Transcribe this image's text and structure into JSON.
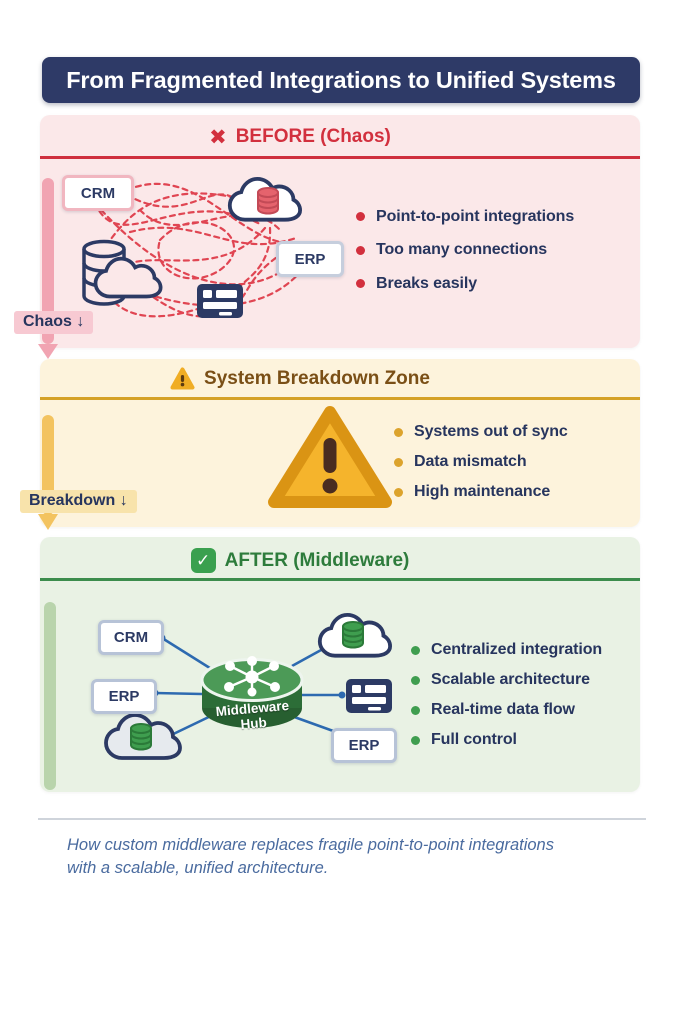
{
  "title": "From Fragmented Integrations to Unified Systems",
  "before": {
    "header": "BEFORE (Chaos)",
    "nodes": {
      "crm": "CRM",
      "erp": "ERP"
    },
    "bullets": [
      "Point-to-point integrations",
      "Too many connections",
      "Breaks easily"
    ],
    "side_label": "Chaos ↓"
  },
  "breakdown": {
    "header": "System Breakdown Zone",
    "bullets": [
      "Systems out of sync",
      "Data mismatch",
      "High maintenance"
    ],
    "side_label": "Breakdown ↓"
  },
  "after": {
    "header": "AFTER (Middleware)",
    "hub_label": "Middleware Hub",
    "nodes": {
      "crm": "CRM",
      "erp_left": "ERP",
      "erp_right": "ERP"
    },
    "bullets": [
      "Centralized integration",
      "Scalable architecture",
      "Real-time data flow",
      "Full control"
    ]
  },
  "icons": {
    "cross": "✖",
    "check": "✓"
  },
  "caption": {
    "line1": "How custom middleware replaces fragile point-to-point integrations",
    "line2": "with a scalable, unified architecture."
  },
  "colors": {
    "banner_navy": "#2e3a67",
    "before_bg": "#fbe8e9",
    "before_accent": "#d2303e",
    "breakdown_bg": "#fdf3dc",
    "breakdown_accent": "#d5a126",
    "breakdown_text": "#7a4f16",
    "after_bg": "#e9f2e4",
    "after_accent": "#2e7c3c",
    "hub_green": "#2c6d37",
    "connection_blue": "#2d6ab0",
    "body_navy": "#27355e",
    "caption_blue": "#4a6b9f"
  }
}
